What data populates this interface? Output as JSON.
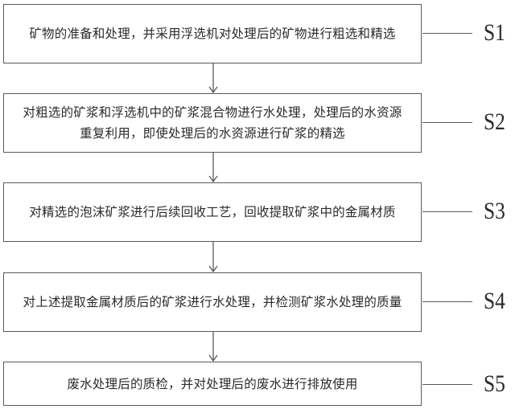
{
  "diagram": {
    "type": "flowchart",
    "direction": "top-to-bottom",
    "steps": [
      {
        "id": "S1",
        "label": "S1",
        "text": "矿物的准备和处理，并采用浮选机对处理后的矿物进行粗选和精选"
      },
      {
        "id": "S2",
        "label": "S2",
        "text": "对粗选的矿浆和浮选机中的矿浆混合物进行水处理，处理后的水资源重复利用，即使处理后的水资源进行矿浆的精选"
      },
      {
        "id": "S3",
        "label": "S3",
        "text": "对精选的泡沫矿浆进行后续回收工艺，回收提取矿浆中的金属材质"
      },
      {
        "id": "S4",
        "label": "S4",
        "text": "对上述提取金属材质后的矿浆进行水处理，并检测矿浆水处理的质量"
      },
      {
        "id": "S5",
        "label": "S5",
        "text": "废水处理后的质检，并对处理后的废水进行排放使用"
      }
    ],
    "connections": [
      {
        "from": "S1",
        "to": "S2"
      },
      {
        "from": "S2",
        "to": "S3"
      },
      {
        "from": "S3",
        "to": "S4"
      },
      {
        "from": "S4",
        "to": "S5"
      }
    ],
    "colors": {
      "line": "#5a5a5a",
      "text": "#2a2a2a",
      "background": "#ffffff"
    }
  }
}
